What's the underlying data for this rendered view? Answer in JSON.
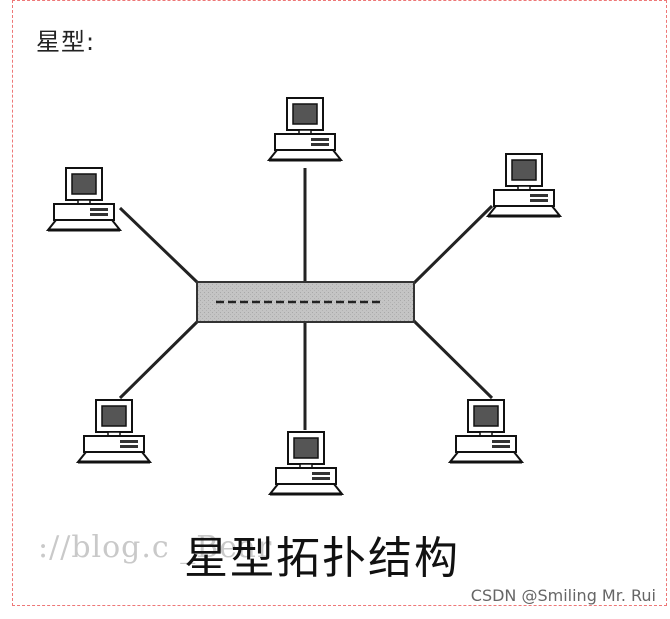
{
  "heading": "星型:",
  "caption": "星型拓扑结构",
  "watermark_url": "://blog.c                    _Bear",
  "source_credit": "CSDN @Smiling Mr. Rui",
  "nodes": [
    "computer",
    "computer",
    "computer",
    "computer",
    "computer",
    "computer"
  ],
  "colors": {
    "frame_border": "#e77",
    "hub_fill": "#bdbdbd",
    "line": "#222222"
  }
}
